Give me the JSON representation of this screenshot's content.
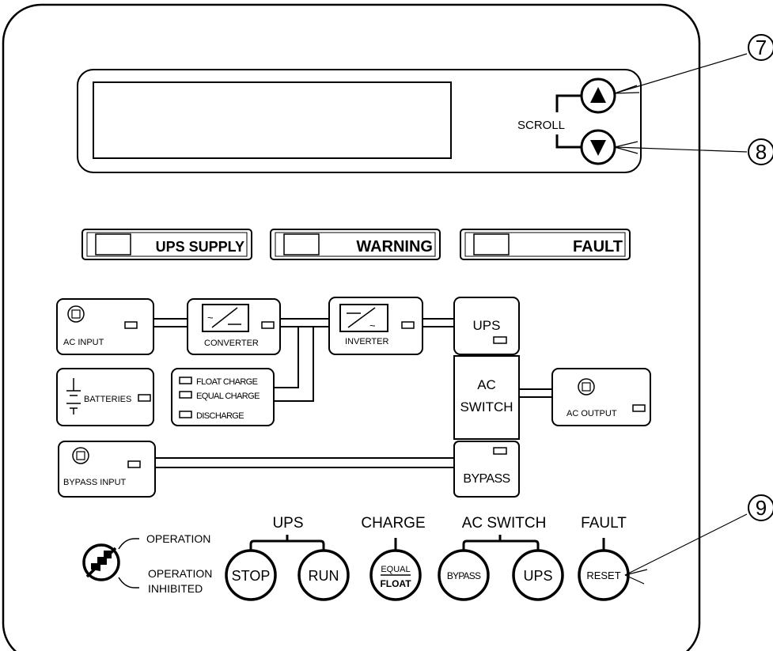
{
  "callouts": {
    "scroll_up": "7",
    "scroll_down": "8",
    "reset": "9"
  },
  "display": {
    "scroll_label": "SCROLL"
  },
  "status": {
    "ups_supply": "UPS SUPPLY",
    "warning": "WARNING",
    "fault": "FAULT"
  },
  "mimic": {
    "ac_input": "AC INPUT",
    "converter": "CONVERTER",
    "inverter": "INVERTER",
    "ups": "UPS",
    "batteries": "BATTERIES",
    "float_charge": "FLOAT CHARGE",
    "equal_charge": "EQUAL CHARGE",
    "discharge": "DISCHARGE",
    "ac_switch_line1": "AC",
    "ac_switch_line2": "SWITCH",
    "ac_output": "AC OUTPUT",
    "bypass_input": "BYPASS INPUT",
    "bypass": "BYPASS"
  },
  "controls": {
    "operation": "OPERATION",
    "operation_inhibited_line1": "OPERATION",
    "operation_inhibited_line2": "INHIBITED",
    "group_ups": "UPS",
    "group_charge": "CHARGE",
    "group_ac_switch": "AC SWITCH",
    "group_fault": "FAULT",
    "stop": "STOP",
    "run": "RUN",
    "equal": "EQUAL",
    "float": "FLOAT",
    "bypass": "BYPASS",
    "ups": "UPS",
    "reset": "RESET"
  }
}
